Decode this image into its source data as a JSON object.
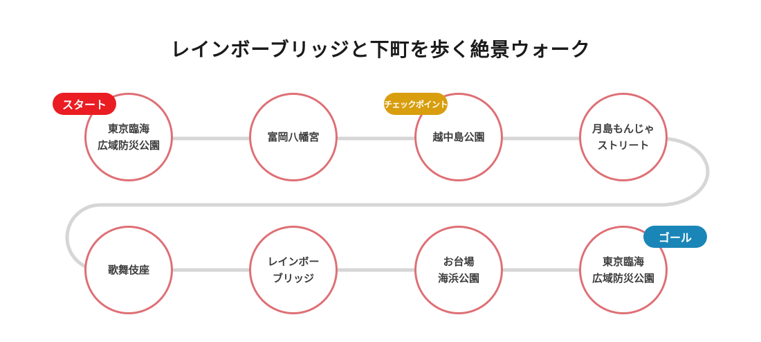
{
  "title": "レインボーブリッジと下町を歩く絶景ウォーク",
  "nodes": [
    {
      "label": "東京臨海\n広域防災公園"
    },
    {
      "label": "富岡八幡宮"
    },
    {
      "label": "越中島公園"
    },
    {
      "label": "月島もんじゃ\nストリート"
    },
    {
      "label": "歌舞伎座"
    },
    {
      "label": "レインボー\nブリッジ"
    },
    {
      "label": "お台場\n海浜公園"
    },
    {
      "label": "東京臨海\n広域防災公園"
    }
  ],
  "badges": {
    "start": "スタート",
    "checkpoint": "チェックポイント",
    "goal": "ゴール"
  },
  "colors": {
    "node_border": "#de6f75",
    "path": "#d6d6d6",
    "start": "#ea1d22",
    "checkpoint": "#d89e0e",
    "goal": "#1a86b8"
  }
}
